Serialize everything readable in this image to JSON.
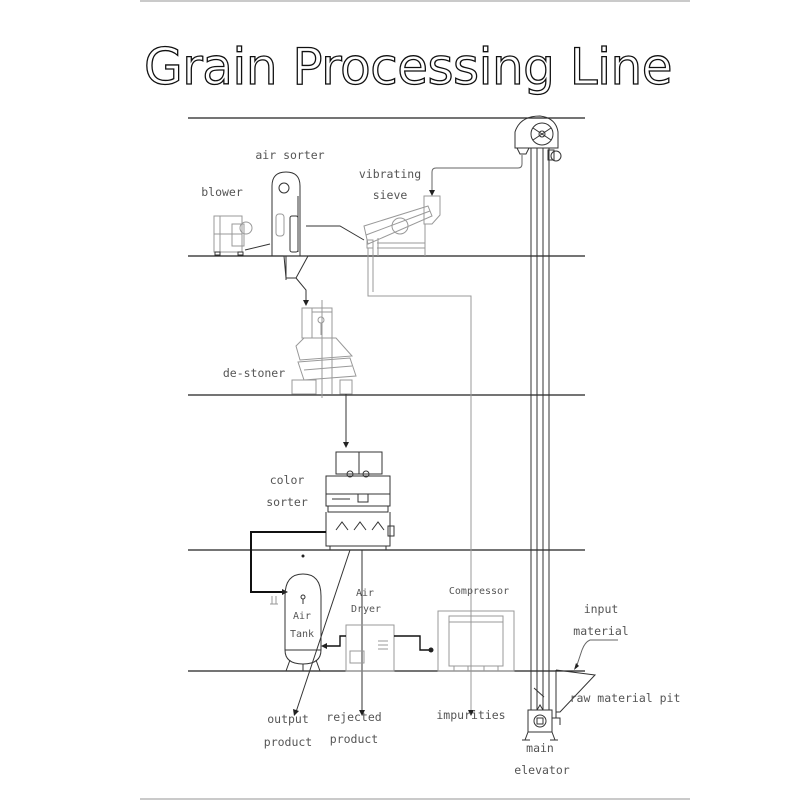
{
  "title": "Grain Processing Line",
  "labels": {
    "blower": "blower",
    "air_sorter": "air sorter",
    "vibrating_sieve": [
      "vibrating",
      "sieve"
    ],
    "de_stoner": "de-stoner",
    "color_sorter": [
      "color",
      "sorter"
    ],
    "air_tank": [
      "Air",
      "Tank"
    ],
    "air_dryer": [
      "Air",
      "Dryer"
    ],
    "compressor": "Compressor",
    "input_material": [
      "input",
      "material"
    ],
    "raw_material_pit": "raw material pit",
    "main_elevator": [
      "main",
      "elevator"
    ],
    "output_product": [
      "output",
      "product"
    ],
    "rejected_product": [
      "rejected",
      "product"
    ],
    "impurities": "impurities"
  },
  "colors": {
    "line": "#222222",
    "label": "#555555",
    "faint": "#999999",
    "border": "#b8b8b8"
  }
}
